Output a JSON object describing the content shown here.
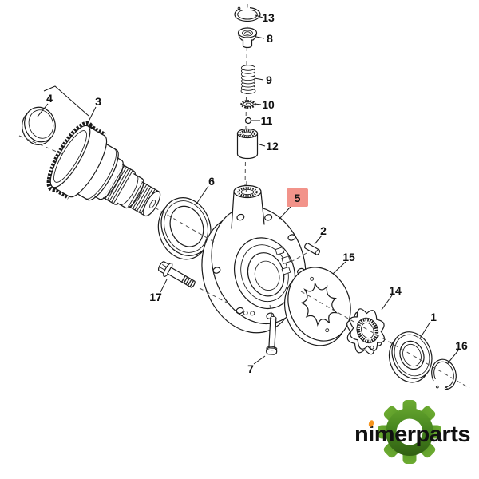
{
  "diagram": {
    "background": "#ffffff",
    "line_color": "#1a1a1a",
    "callouts": {
      "n1": "1",
      "n2": "2",
      "n3": "3",
      "n4": "4",
      "n5": "5",
      "n6": "6",
      "n7": "7",
      "n8": "8",
      "n9": "9",
      "n10": "10",
      "n11": "11",
      "n12": "12",
      "n13": "13",
      "n14": "14",
      "n15": "15",
      "n16": "16",
      "n17": "17"
    },
    "highlighted_callout": "5",
    "highlight": {
      "box_color": "#f2938a",
      "text_color": "#8f1007"
    }
  },
  "logo": {
    "text": "nimerparts",
    "text_color": "#111111",
    "gear_green_light": "#6cab31",
    "gear_green_mid": "#47861f",
    "gear_green_dark": "#2a540e",
    "accent_color": "#f7941d"
  }
}
